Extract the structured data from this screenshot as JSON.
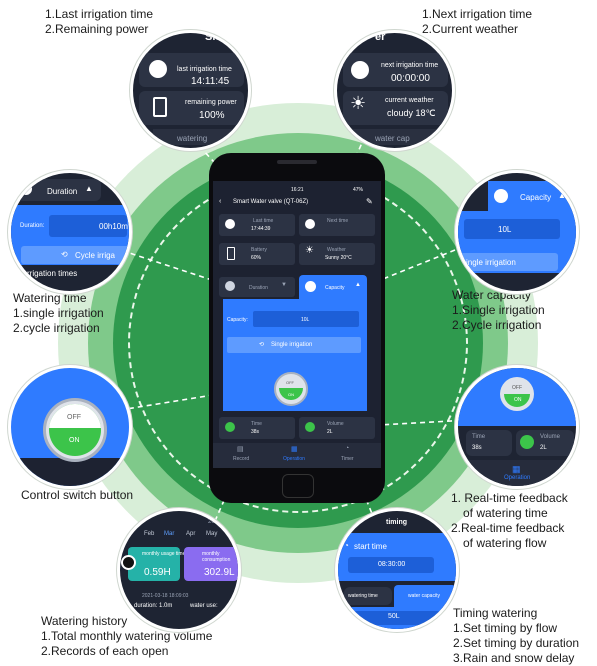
{
  "callouts": {
    "top_left": [
      "1.Last irrigation time",
      "2.Remaining power"
    ],
    "top_right": [
      "1.Next irrigation time",
      "2.Current weather"
    ],
    "watering_time": [
      "Watering time",
      "1.single irrigation",
      "2.cycle irrigation"
    ],
    "water_capacity": [
      "Water capacity",
      "1.Single irrigation",
      "2.Cycle irrigation"
    ],
    "control_switch": [
      "Control switch button"
    ],
    "feedback": [
      "1. Real-time feedback",
      "of watering time",
      "2.Real-time feedback",
      "of watering flow"
    ],
    "history": [
      "Watering history",
      "1.Total monthly watering volume",
      "2.Records of each open"
    ],
    "timing": [
      "Timing watering",
      "1.Set timing by flow",
      "2.Set timing by duration",
      "3.Rain and snow delay"
    ]
  },
  "bubbles": {
    "last": {
      "label": "last irrigation time",
      "value": "14:11:45",
      "power_label": "remaining power",
      "power_value": "100%",
      "watering": "watering",
      "clip": "Sm"
    },
    "next": {
      "label": "next irrigation time",
      "value": "00:00:00",
      "weather_label": "current weather",
      "weather_value": "cloudy  18℃",
      "capacity": "water cap",
      "clip": "er"
    },
    "duration": {
      "tab": "Duration",
      "field": "Duration:",
      "value": "00h10m",
      "button": "Cycle irriga",
      "footer": "rrigation times"
    },
    "capacity": {
      "tab": "Capacity",
      "value": "10L",
      "button": "ingle irrigation"
    },
    "switch": {
      "off": "OFF",
      "on": "ON"
    },
    "feedback": {
      "off": "OFF",
      "on": "ON",
      "time_label": "Time",
      "time_value": "38s",
      "volume_label": "Volume",
      "volume_value": "2L",
      "tab": "Operation"
    },
    "history": {
      "year": "20",
      "months": [
        "Feb",
        "Mar",
        "Apr",
        "May"
      ],
      "usage_label": "monthly usage time",
      "usage_value": "0.59H",
      "cons_label": "monthly consumption",
      "cons_value": "302.9L",
      "record_date": "2021-03-18 18:09:03",
      "duration": "duration: 1.0m",
      "water_use": "water use:"
    },
    "timing": {
      "header": "timing",
      "start": "start time",
      "start_value": "08:30:00",
      "tab1": "watering time",
      "tab2": "water capacity",
      "value": "50L"
    }
  },
  "phone": {
    "status_time": "16:21",
    "status_right": "47%",
    "title": "Smart Water valve (QT-06Z)",
    "last_label": "Last time",
    "last_value": "17:44:39",
    "next_label": "Next time",
    "next_value": "",
    "battery_label": "Battery",
    "battery_value": "60%",
    "weather_label": "Weather",
    "weather_value": "Sunny 20°C",
    "tab_duration": "Duration",
    "tab_capacity": "Capacity",
    "capacity_label": "Capacity:",
    "capacity_value": "10L",
    "single_button": "Single irrigation",
    "switch_off": "OFF",
    "switch_on": "ON",
    "time_label": "Time",
    "time_value": "38s",
    "volume_label": "Volume",
    "volume_value": "2L",
    "nav": [
      "Record",
      "Operation",
      "Timer"
    ]
  },
  "colors": {
    "accent": "#2f7bff",
    "dark_bg": "#1d2231",
    "card": "#2c3344",
    "green": "#2f9a4e",
    "switch_on": "#3cc44a"
  }
}
